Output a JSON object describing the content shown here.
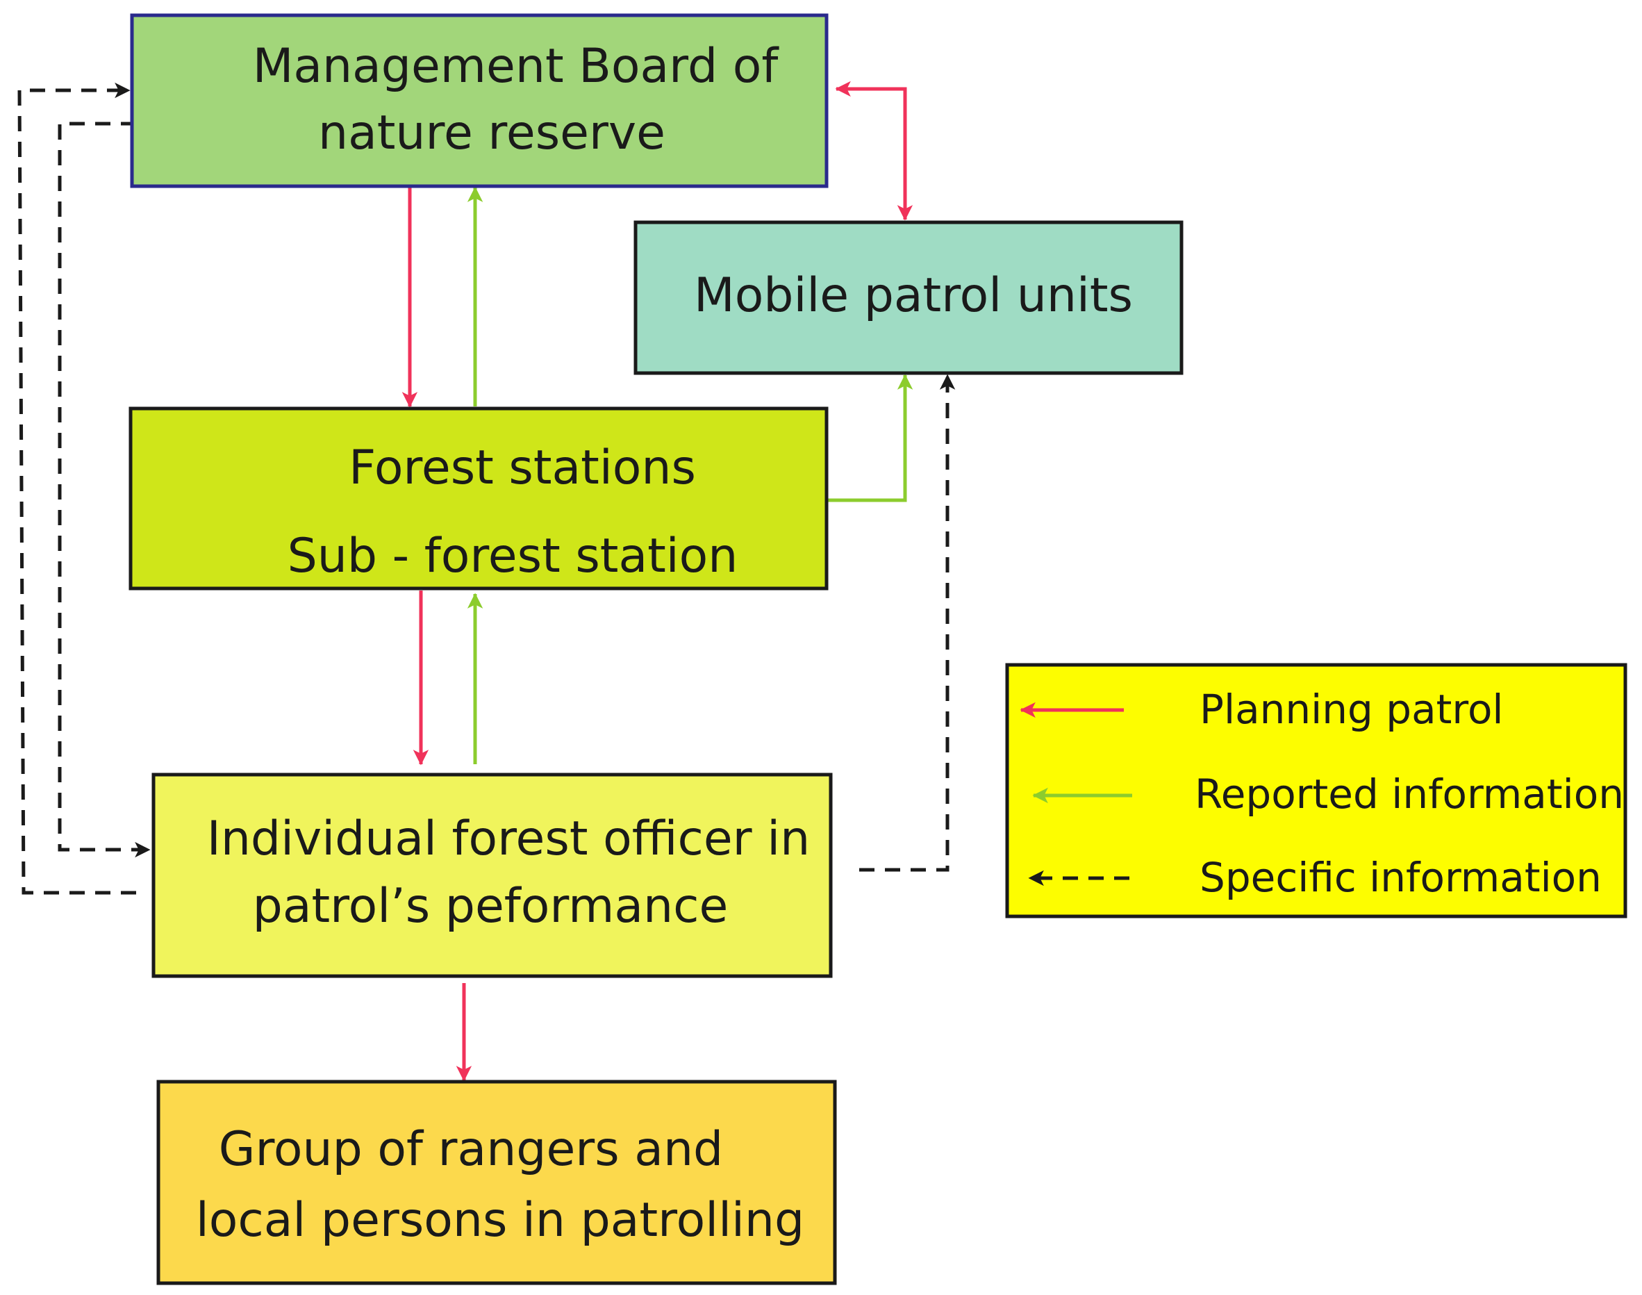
{
  "colors": {
    "planning": "#f0325a",
    "reported": "#8ccc2d",
    "specific": "#1a1a1a",
    "management_fill": "#a2d67a",
    "management_border": "#2a2a8c",
    "mobile_fill": "#9fdcc4",
    "forest_fill": "#cfe619",
    "officer_fill": "#f0f45c",
    "group_fill": "#fcd94c",
    "legend_fill": "#fdfd00"
  },
  "nodes": {
    "management": {
      "lines": [
        "Management Board of",
        "nature reserve"
      ]
    },
    "mobile": {
      "lines": [
        "Mobile patrol units"
      ]
    },
    "forest": {
      "lines": [
        "Forest stations",
        "Sub - forest station"
      ]
    },
    "officer": {
      "lines": [
        "Individual forest officer in",
        "patrol’s peformance"
      ]
    },
    "group": {
      "lines": [
        "Group of rangers and",
        "local persons in patrolling"
      ]
    }
  },
  "legend": {
    "items": [
      {
        "label": "Planning patrol",
        "style": "planning"
      },
      {
        "label": "Reported information",
        "style": "reported"
      },
      {
        "label": "Specific information",
        "style": "specific"
      }
    ]
  }
}
